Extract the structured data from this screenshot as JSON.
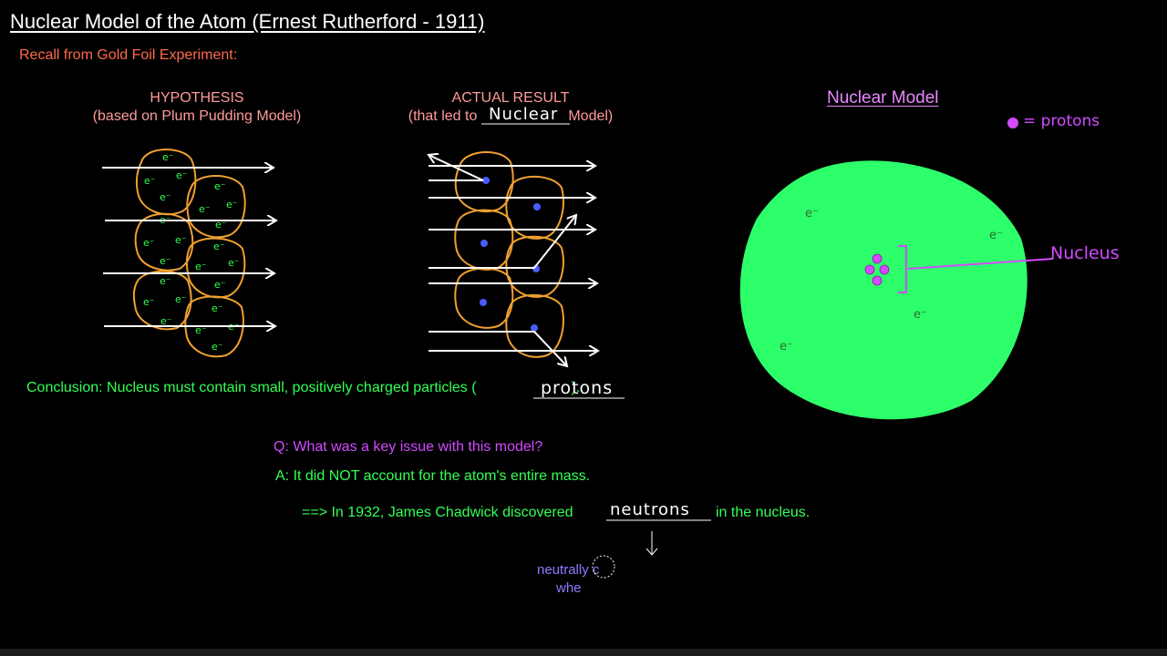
{
  "title": "Nuclear Model of the Atom (Ernest Rutherford - 1911)",
  "recall": "Recall from Gold Foil Experiment:",
  "hypothesis": {
    "line1": "HYPOTHESIS",
    "line2": "(based on Plum Pudding Model)"
  },
  "actual": {
    "line1": "ACTUAL RESULT",
    "line2_a": "(that led to",
    "line2_b": "Model)",
    "handwritten": "Nuclear"
  },
  "nuclear_model": {
    "title": "Nuclear Model",
    "legend": "= protons",
    "nucleus_label": "Nucleus",
    "electron": "e⁻"
  },
  "conclusion": {
    "text_a": "Conclusion: Nucleus must contain small, positively charged particles (",
    "handwritten": "protons",
    "text_b": ")."
  },
  "qa": {
    "question": "Q: What was a key issue with this model?",
    "answer": "A: It did NOT account for the atom's entire mass."
  },
  "chadwick": {
    "text_a": "==> In 1932, James Chadwick discovered",
    "handwritten": "neutrons",
    "text_b": "in the nucleus."
  },
  "partial": {
    "line1": "neutrally c",
    "line2": "whe"
  },
  "colors": {
    "green_atom": "#2dff6a",
    "blob_outline": "#f0a030",
    "electron_green": "#33ff55",
    "proton_pink": "#d24bff",
    "nucleus_dot": "#4a5cff"
  }
}
